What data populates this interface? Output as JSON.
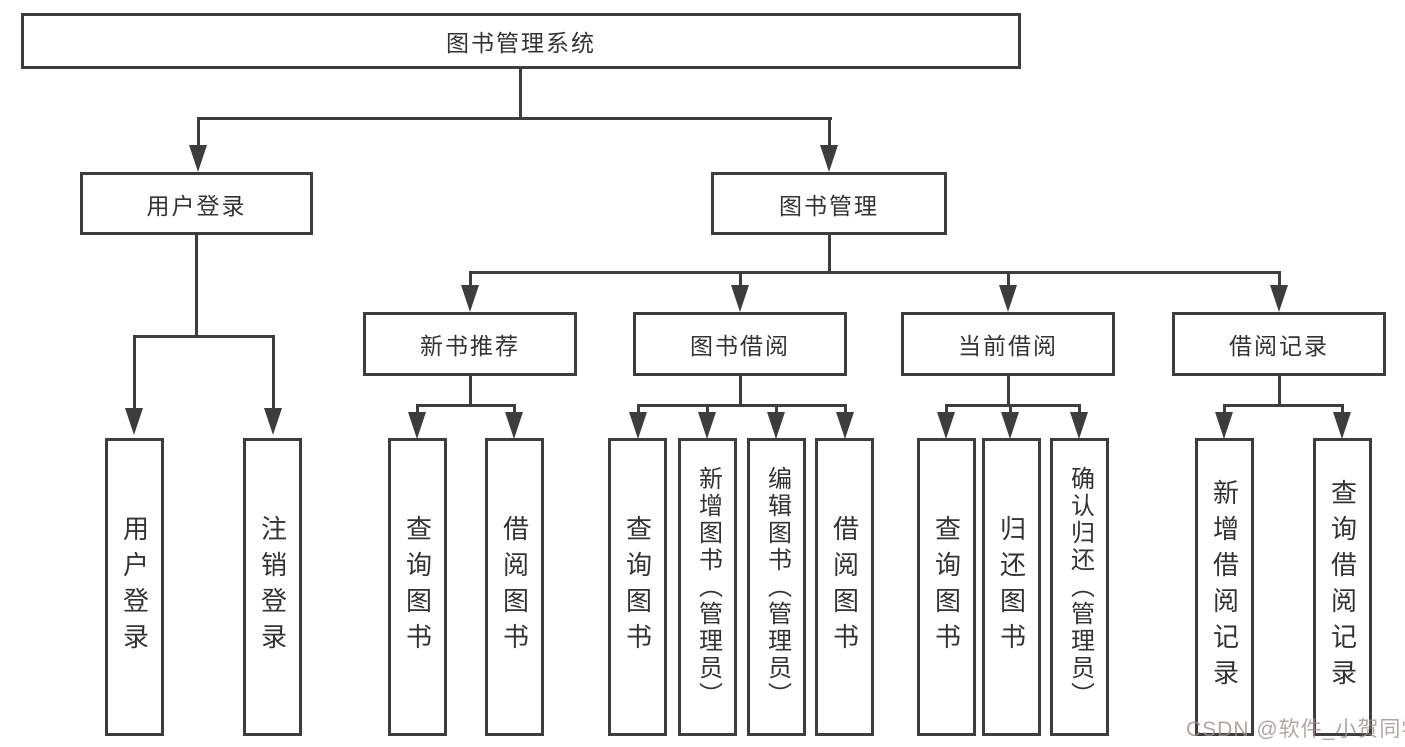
{
  "tree": {
    "root": {
      "label": "图书管理系统",
      "children": [
        {
          "label": "用户登录",
          "children": [
            {
              "label": "用户登录"
            },
            {
              "label": "注销登录"
            }
          ]
        },
        {
          "label": "图书管理",
          "children": [
            {
              "label": "新书推荐",
              "children": [
                {
                  "label": "查询图书"
                },
                {
                  "label": "借阅图书"
                }
              ]
            },
            {
              "label": "图书借阅",
              "children": [
                {
                  "label": "查询图书"
                },
                {
                  "label": "新增图书（管理员）"
                },
                {
                  "label": "编辑图书（管理员）"
                },
                {
                  "label": "借阅图书"
                }
              ]
            },
            {
              "label": "当前借阅",
              "children": [
                {
                  "label": "查询图书"
                },
                {
                  "label": "归还图书"
                },
                {
                  "label": "确认归还（管理员）"
                }
              ]
            },
            {
              "label": "借阅记录",
              "children": [
                {
                  "label": "新增借阅记录"
                },
                {
                  "label": "查询借阅记录"
                }
              ]
            }
          ]
        }
      ]
    }
  },
  "watermark": "CSDN @软件_小贺同学",
  "colors": {
    "line": "#3d3d3d",
    "text": "#333333",
    "background": "#ffffff",
    "watermark": "#9e8f8d"
  }
}
